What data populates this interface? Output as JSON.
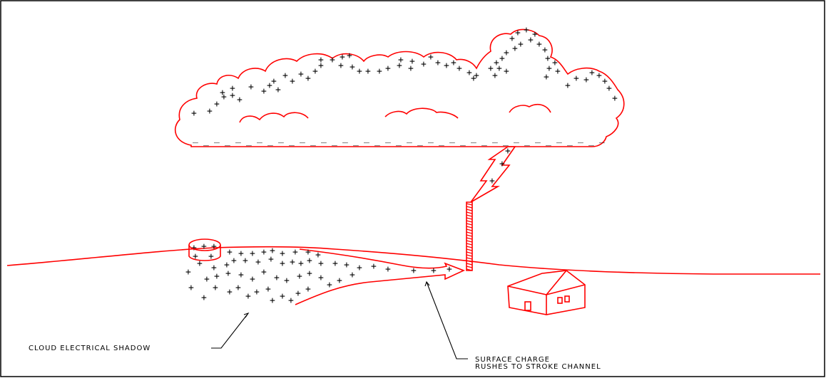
{
  "labels": {
    "cloud_shadow": "CLOUD ELECTRICAL SHADOW",
    "surface_charge_line1": "SURFACE CHARGE",
    "surface_charge_line2": "RUSHES TO STROKE CHANNEL"
  },
  "colors": {
    "outline": "#ff0000",
    "ink": "#000000",
    "border": "#000000",
    "background": "#ffffff"
  },
  "symbols": {
    "positive": "+",
    "negative": "_"
  }
}
